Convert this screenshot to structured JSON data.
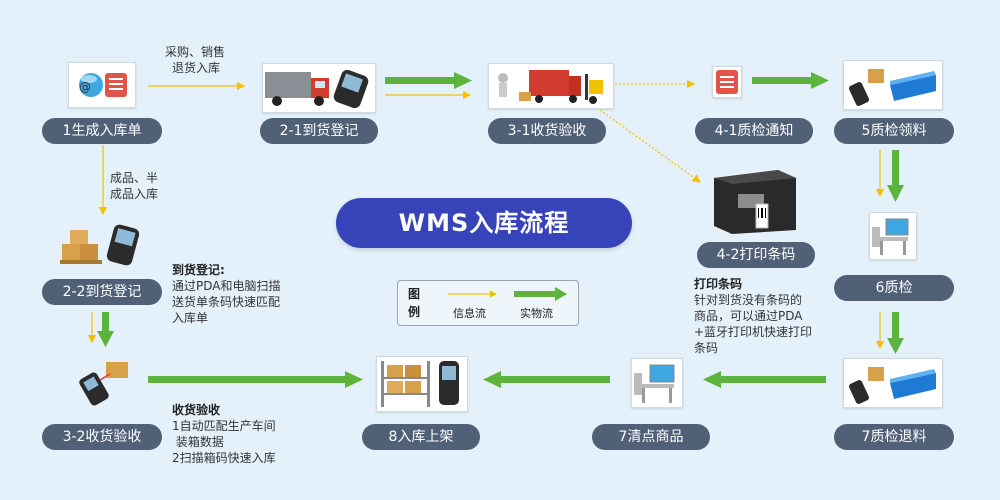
{
  "title": "WMS入库流程",
  "nodes": {
    "n1": "1生成入库单",
    "n2_1": "2-1到货登记",
    "n3_1": "3-1收货验收",
    "n4_1": "4-1质检通知",
    "n5": "5质检领料",
    "n4_2": "4-2打印条码",
    "n6": "6质检",
    "n2_2": "2-2到货登记",
    "n3_2": "3-2收货验收",
    "n8": "8入库上架",
    "n7a": "7清点商品",
    "n7b": "7质检退料"
  },
  "labels": {
    "purchase_line1": "采购、销售",
    "purchase_line2": "退货入库",
    "finished_line1": "成品、半",
    "finished_line2": "成品入库"
  },
  "notes": {
    "arrival": {
      "title": "到货登记:",
      "lines": [
        "通过PDA和电脑扫描",
        "送货单条码快速匹配",
        "入库单"
      ]
    },
    "receive": {
      "title": "收货验收",
      "lines": [
        "1自动匹配生产车间",
        " 装箱数据",
        "2扫描箱码快速入库"
      ]
    },
    "print": {
      "title": "打印条码",
      "lines": [
        "针对到货没有条码的",
        "商品，可以通过PDA",
        "+蓝牙打印机快速打印",
        "条码"
      ]
    }
  },
  "legend": {
    "title_line1": "图",
    "title_line2": "例",
    "info_flow": "信息流",
    "material_flow": "实物流"
  },
  "colors": {
    "background": "#e4f1fa",
    "pill": "#4f6077",
    "title_pill": "#3743b8",
    "material_arrow": "#5cb43c",
    "info_arrow": "#f2c200"
  },
  "icons": {
    "n1": "email-form-icon",
    "n2_1": "truck-pda-icon",
    "n3_1": "truck-forklift-icon",
    "n4_1": "form-icon",
    "n5": "pda-bins-icon",
    "n4_2": "barcode-printer-icon",
    "n6": "computer-desk-icon",
    "n2_2": "boxes-pda-icon",
    "n3_2": "pda-scan-icon",
    "n8": "boxes-pda-icon",
    "n7a": "computer-desk-icon",
    "n7b": "pda-bins-icon"
  }
}
